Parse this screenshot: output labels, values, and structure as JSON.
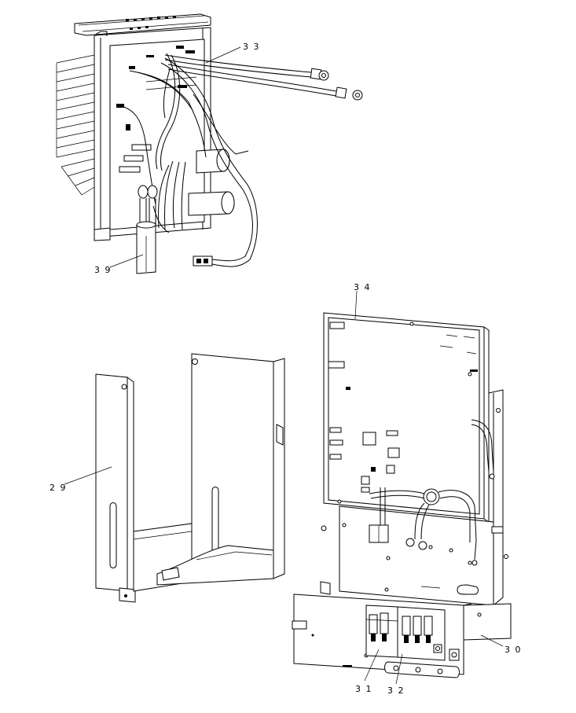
{
  "callouts": [
    {
      "id": "29",
      "label": "2 9"
    },
    {
      "id": "30",
      "label": "3 0"
    },
    {
      "id": "31",
      "label": "3 1"
    },
    {
      "id": "32",
      "label": "3 2"
    },
    {
      "id": "33",
      "label": "3 3"
    },
    {
      "id": "34",
      "label": "3 4"
    },
    {
      "id": "39",
      "label": "3 9"
    }
  ]
}
